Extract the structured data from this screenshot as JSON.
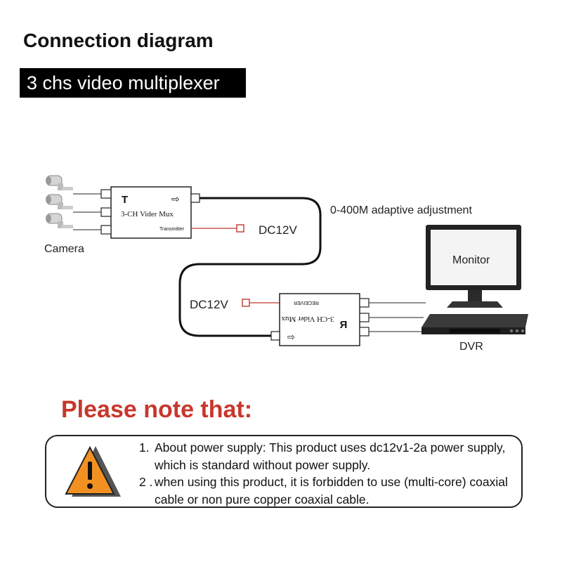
{
  "header": {
    "title": "Connection diagram",
    "subtitle": "3 chs video multiplexer"
  },
  "diagram": {
    "transmitter": {
      "letter": "T",
      "name": "3-CH Vider Mux",
      "role": "Transmitter",
      "arrow": "⇨"
    },
    "receiver": {
      "letter": "R",
      "name": "3-CH Vider Mux",
      "role": "RECEIVER",
      "arrow": "⇨"
    },
    "labels": {
      "camera": "Camera",
      "dc_top": "DC12V",
      "dc_bottom": "DC12V",
      "distance": "0-400M adaptive adjustment",
      "monitor": "Monitor",
      "dvr": "DVR"
    },
    "colors": {
      "power_line": "#c0392b",
      "cable": "#111111",
      "warning_fill": "#f29122"
    },
    "icons": [
      "camera-icon",
      "camera-icon",
      "camera-icon",
      "monitor-icon",
      "dvr-icon",
      "warning-icon"
    ]
  },
  "notes": {
    "heading": "Please note that:",
    "items": [
      {
        "num": "1.",
        "text": "About power supply: This product uses dc12v1-2a power supply, which is standard without power supply."
      },
      {
        "num": "2 .",
        "text": "when using this product, it is forbidden to use (multi-core) coaxial cable or non pure copper coaxial cable."
      }
    ]
  }
}
